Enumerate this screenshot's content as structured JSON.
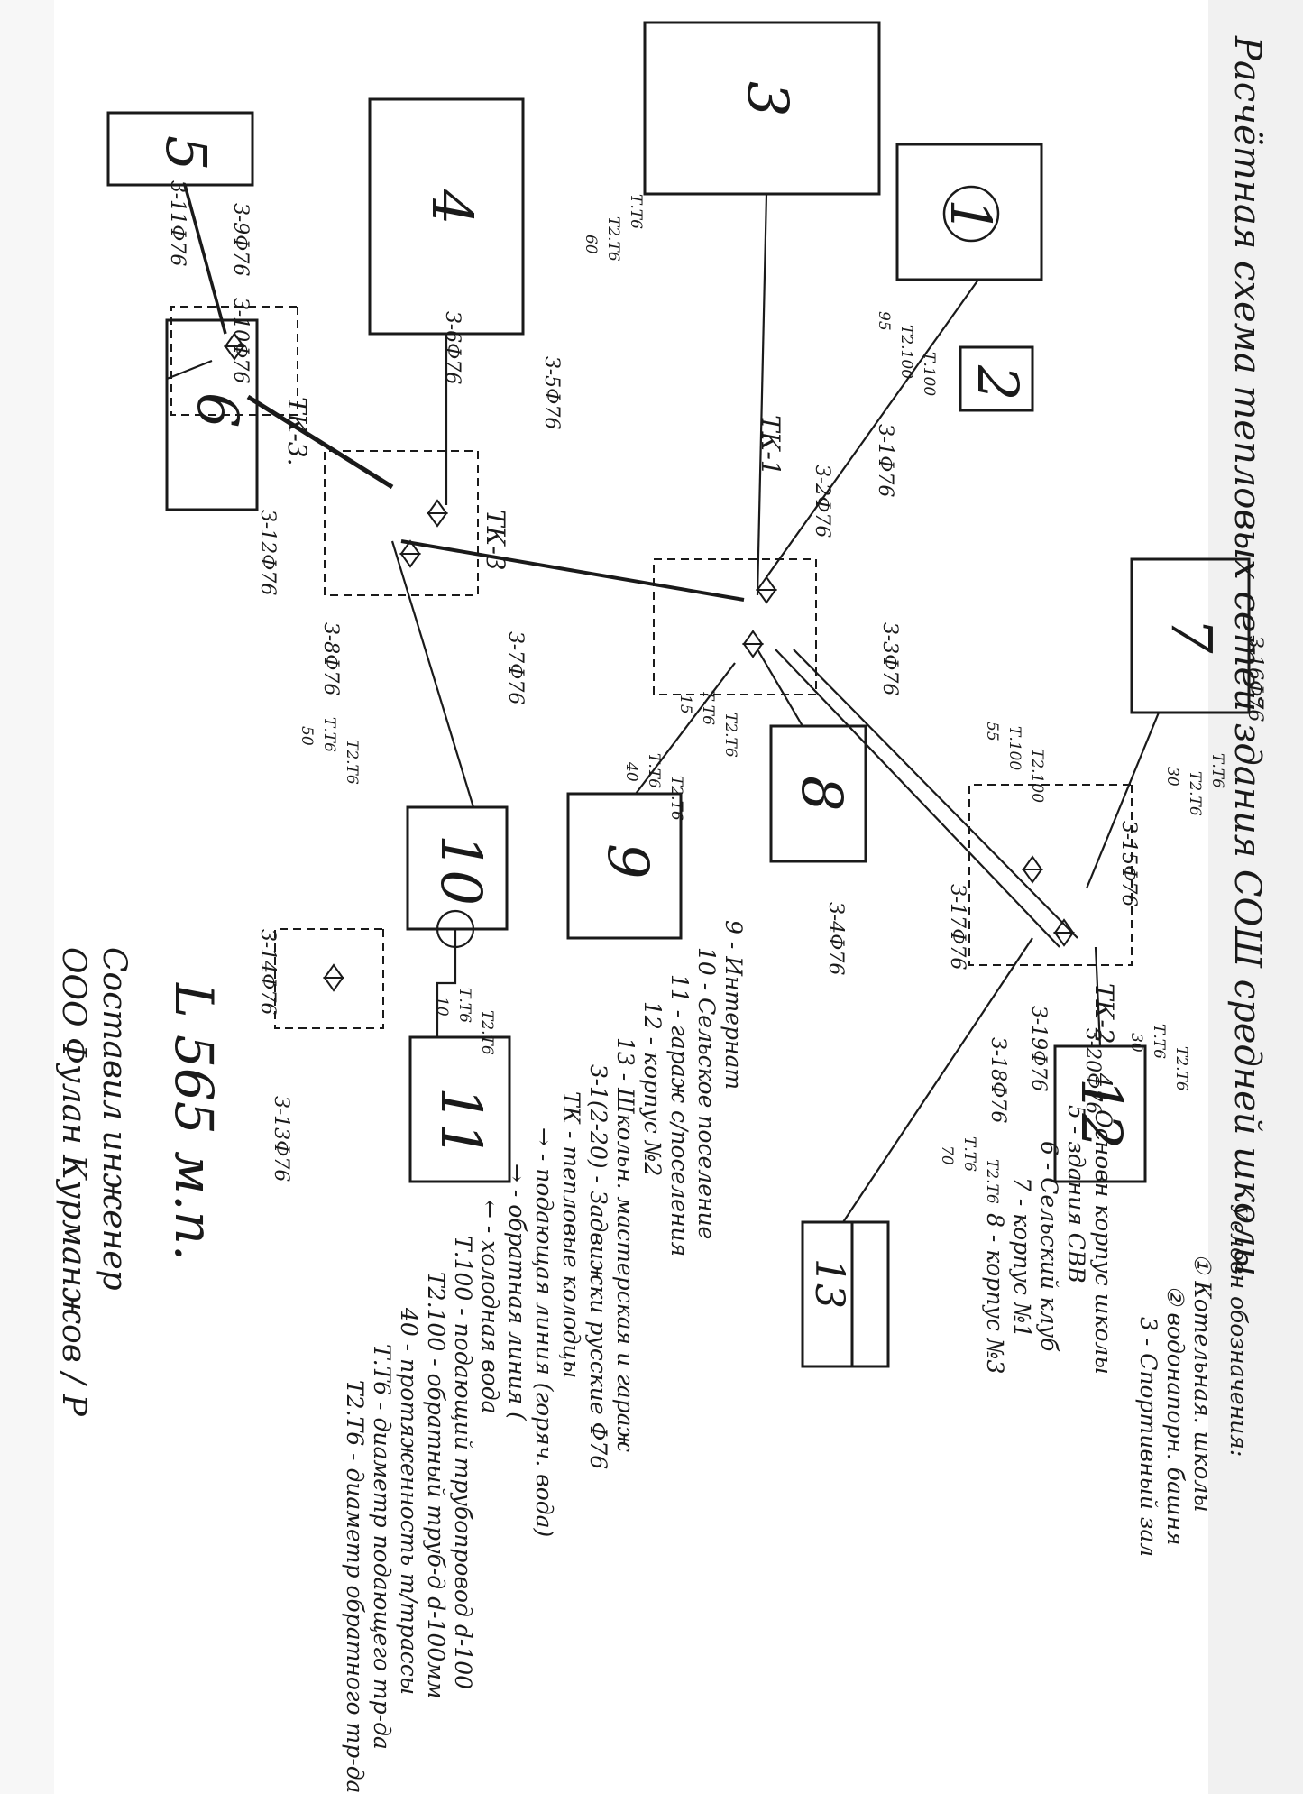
{
  "title": "Расчётная схема тепловых сетей здания СОШ средней школы",
  "legend": {
    "heading": "Условн обозначения:",
    "items": [
      "① Котельная. школы",
      "② водонапорн. башня",
      "3 - Спортивный зал",
      "4 - Основн корпус школы",
      "5 - здания СВВ",
      "6 - Сельский клуб",
      "7 - корпус №1",
      "8 - корпус №3",
      "9 - Интернат",
      "10 - Сельское поселение",
      "11 - гараж с/поселения",
      "12 - корпус №2",
      "13 - Школьн. мастерская и гараж",
      "З-1(2-20) - Задвижки русские Ф76",
      "ТК - тепловые колодцы",
      "→ - подающая линия (горяч. вода)",
      "→ - обратная линия (",
      "← - холодная вода",
      "Т.100 - подающий трубопровод d-100",
      "Т2.100 - обратный труб-д d-100мм",
      "40 - протяженность т/трассы",
      "Т.Т6 - диаметр подающего тр-да",
      "Т2.Т6 - диаметр обратного тр-да"
    ]
  },
  "buildings": [
    {
      "id": "b1",
      "label": "1"
    },
    {
      "id": "b2",
      "label": "2"
    },
    {
      "id": "b3",
      "label": "3"
    },
    {
      "id": "b4",
      "label": "4"
    },
    {
      "id": "b5",
      "label": "5"
    },
    {
      "id": "b6",
      "label": "6"
    },
    {
      "id": "b7",
      "label": "7"
    },
    {
      "id": "b8",
      "label": "8"
    },
    {
      "id": "b9",
      "label": "9"
    },
    {
      "id": "b10",
      "label": "10"
    },
    {
      "id": "b11",
      "label": "11"
    },
    {
      "id": "b12",
      "label": "12"
    },
    {
      "id": "b13",
      "label": "13"
    }
  ],
  "chambers": [
    {
      "id": "tk1",
      "label": "ТК-1"
    },
    {
      "id": "tk2",
      "label": "ТК-2"
    },
    {
      "id": "tk3",
      "label": "ТК-3"
    },
    {
      "id": "tk3b",
      "label": "ТК-3."
    }
  ],
  "pipe_labels": [
    "З-1Ф76",
    "З-2Ф76",
    "З-3Ф76",
    "З-4Ф76",
    "З-5Ф76",
    "З-6Ф76",
    "З-7Ф76",
    "З-8Ф76",
    "З-9Ф76",
    "З-10Ф76",
    "З-11Ф76",
    "З-12Ф76",
    "З-13Ф76",
    "З-14Ф76",
    "З-15Ф76",
    "З-16Ф76",
    "З-17Ф76",
    "З-18Ф76",
    "З-19Ф76",
    "З-20Ф76"
  ],
  "segments": [
    {
      "id": "s1",
      "sup": "Т.100",
      "ret": "Т2.100",
      "len": "95"
    },
    {
      "id": "s2",
      "sup": "Т.Т6",
      "ret": "Т2.Т6",
      "len": "60"
    },
    {
      "id": "s3",
      "sup": "Т.100",
      "ret": "Т2.100",
      "len": "55"
    },
    {
      "id": "s4",
      "sup": "Т.Т6",
      "ret": "Т2.Т6",
      "len": "30"
    },
    {
      "id": "s5",
      "sup": "Т.Т6",
      "ret": "Т2.Т6",
      "len": "15"
    },
    {
      "id": "s6",
      "sup": "Т.Т6",
      "ret": "Т2.Т6",
      "len": "40"
    },
    {
      "id": "s7",
      "sup": "Т.Т6",
      "ret": "Т2.Т6",
      "len": "50"
    },
    {
      "id": "s8",
      "sup": "Т.Т6",
      "ret": "Т2.Т6",
      "len": "10"
    },
    {
      "id": "s9",
      "sup": "Т.Т6",
      "ret": "Т2.Т6",
      "len": "70"
    },
    {
      "id": "s10",
      "sup": "Т.Т6",
      "ret": "Т2.Т6",
      "len": "30"
    }
  ],
  "footer": {
    "stamp": "L 565 м.п.",
    "compiled": "Составил инженер",
    "org": "ООО Фулан   Курманжов / Р"
  }
}
